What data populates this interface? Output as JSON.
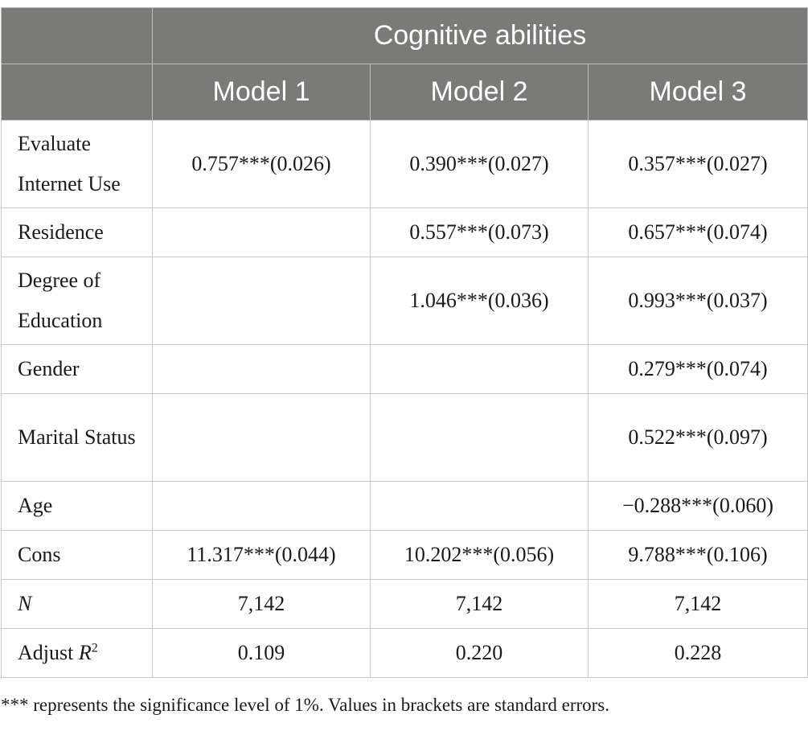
{
  "header": {
    "group_title": "Cognitive abilities",
    "models": [
      "Model 1",
      "Model 2",
      "Model 3"
    ]
  },
  "rows": [
    {
      "label": "Evaluate Internet Use",
      "cells": [
        "0.757***(0.026)",
        "0.390***(0.027)",
        "0.357***(0.027)"
      ]
    },
    {
      "label": "Residence",
      "cells": [
        "",
        "0.557***(0.073)",
        "0.657***(0.074)"
      ]
    },
    {
      "label": "Degree of Education",
      "cells": [
        "",
        "1.046***(0.036)",
        "0.993***(0.037)"
      ]
    },
    {
      "label": "Gender",
      "cells": [
        "",
        "",
        "0.279***(0.074)"
      ]
    },
    {
      "label": "Marital Status",
      "cells": [
        "",
        "",
        "0.522***(0.097)"
      ]
    },
    {
      "label": "Age",
      "cells": [
        "",
        "",
        "−0.288***(0.060)"
      ]
    },
    {
      "label": "Cons",
      "cells": [
        "11.317***(0.044)",
        "10.202***(0.056)",
        "9.788***(0.106)"
      ]
    },
    {
      "label": "N",
      "cells": [
        "7,142",
        "7,142",
        "7,142"
      ]
    },
    {
      "label": "Adjust R",
      "label_sup": "2",
      "cells": [
        "0.109",
        "0.220",
        "0.228"
      ]
    }
  ],
  "footnote": "*** represents the significance level of 1%. Values in brackets are standard errors."
}
